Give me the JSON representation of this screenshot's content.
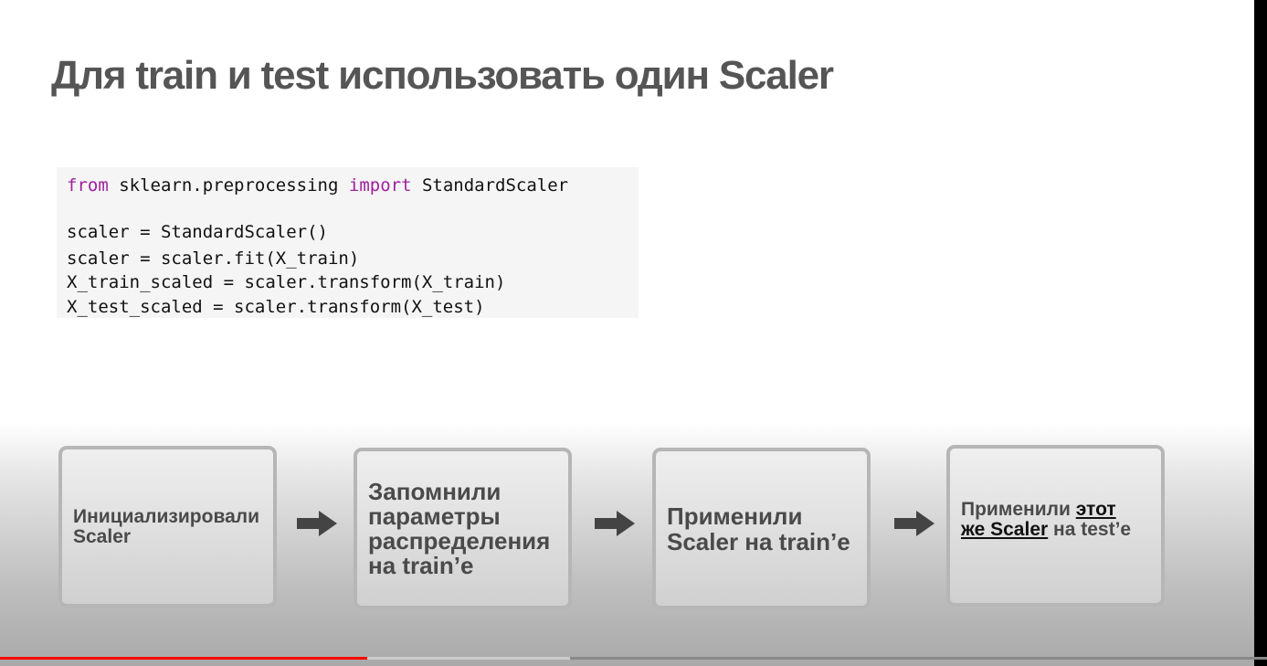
{
  "slide": {
    "title": "Для train и test использовать один Scaler"
  },
  "code": {
    "line1": {
      "kw1": "from",
      "mod": " sklearn.preprocessing ",
      "kw2": "import",
      "name": " StandardScaler"
    },
    "line2": "scaler = StandardScaler()",
    "line3": "scaler = scaler.fit(X_train)",
    "line4": "X_train_scaled = scaler.transform(X_train)",
    "line5": "X_test_scaled = scaler.transform(X_test)"
  },
  "steps": [
    {
      "line1": "Инициализировали",
      "line2": "Scaler"
    },
    {
      "line1": "Запомнили",
      "line2": "параметры",
      "line3": "распределения",
      "line4": "на train’e"
    },
    {
      "line1": "Применили",
      "line2": "Scaler на train’e"
    },
    {
      "pre": "Применили ",
      "u1": "этот",
      "u2": "же Scaler",
      "post": " на test’e"
    }
  ],
  "video": {
    "progress": 0.29,
    "buffered": 0.45,
    "colors": {
      "played": "#ff0000",
      "buffered": "#cccccc",
      "track": "#888888"
    }
  },
  "colors": {
    "title": "#555555",
    "keyword": "#a020a0",
    "step_text": "#4a4a4a",
    "arrow": "#444444"
  }
}
